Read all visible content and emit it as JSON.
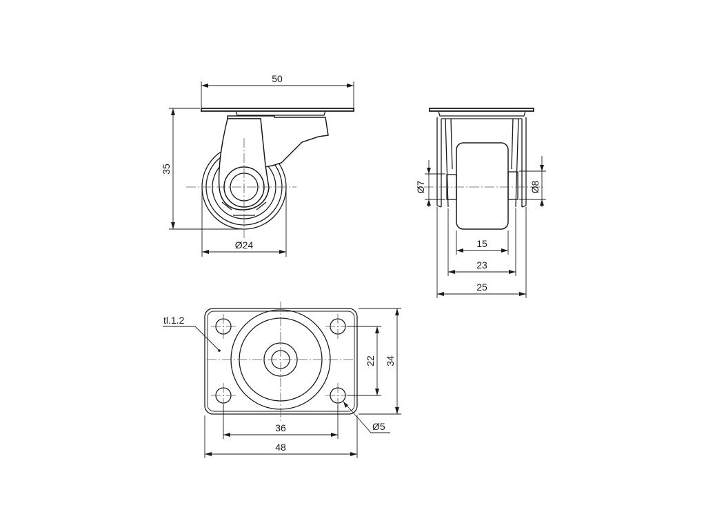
{
  "side_view": {
    "width_label": "50",
    "height_label": "35",
    "wheel_diameter_label": "Ø24"
  },
  "front_view": {
    "axle_left_label": "Ø7",
    "axle_right_label": "Ø8",
    "wheel_width_label": "15",
    "fork_inner_label": "23",
    "fork_outer_label": "25"
  },
  "top_view": {
    "thickness_label": "tl.1.2",
    "hole_spacing_y_label": "22",
    "plate_height_label": "34",
    "hole_spacing_x_label": "36",
    "plate_width_label": "48",
    "hole_diameter_label": "Ø5"
  },
  "colors": {
    "line": "#1a1a1a",
    "background": "#ffffff"
  }
}
